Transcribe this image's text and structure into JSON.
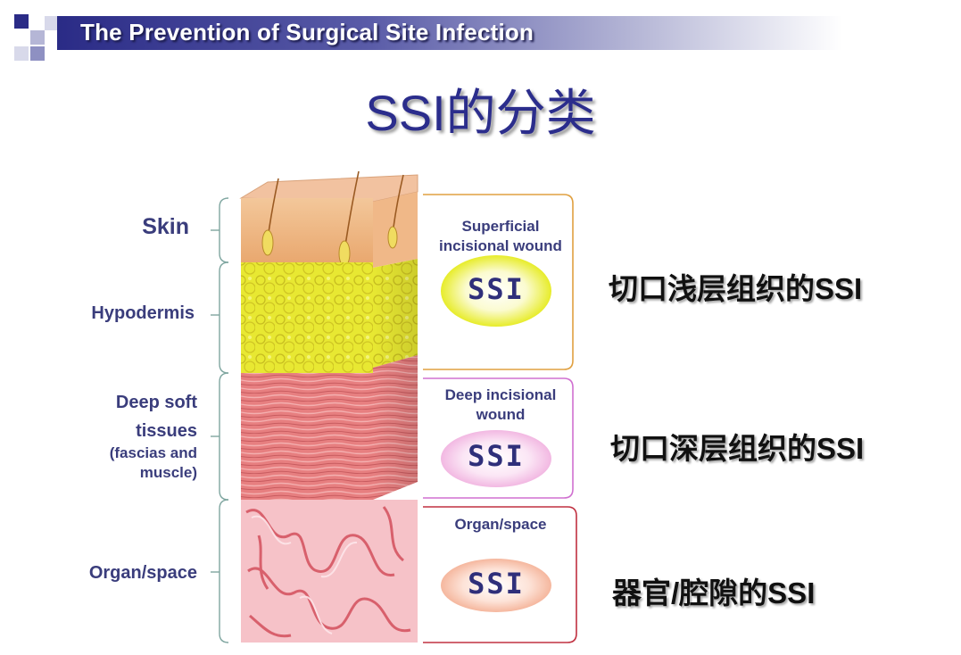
{
  "header": {
    "title": "The Prevention of Surgical Site Infection"
  },
  "slide": {
    "title": "SSI的分类"
  },
  "layers": {
    "skin": "Skin",
    "hypodermis": "Hypodermis",
    "deep_line1": "Deep soft",
    "deep_line2": "tissues",
    "deep_line3": "(fascias and",
    "deep_line4": "muscle)",
    "organ": "Organ/space"
  },
  "wounds": {
    "superficial_line1": "Superficial",
    "superficial_line2": "incisional wound",
    "deep_line1": "Deep incisional",
    "deep_line2": "wound",
    "organ": "Organ/space",
    "ssi": "SSI"
  },
  "categories": {
    "superficial": "切口浅层组织的SSI",
    "deep": "切口深层组织的SSI",
    "organ": "器官/腔隙的SSI"
  },
  "colors": {
    "brand_blue": "#2b2d8c",
    "superficial_bracket": "#e0a040",
    "deep_bracket": "#d070d0",
    "organ_bracket": "#c03040"
  }
}
